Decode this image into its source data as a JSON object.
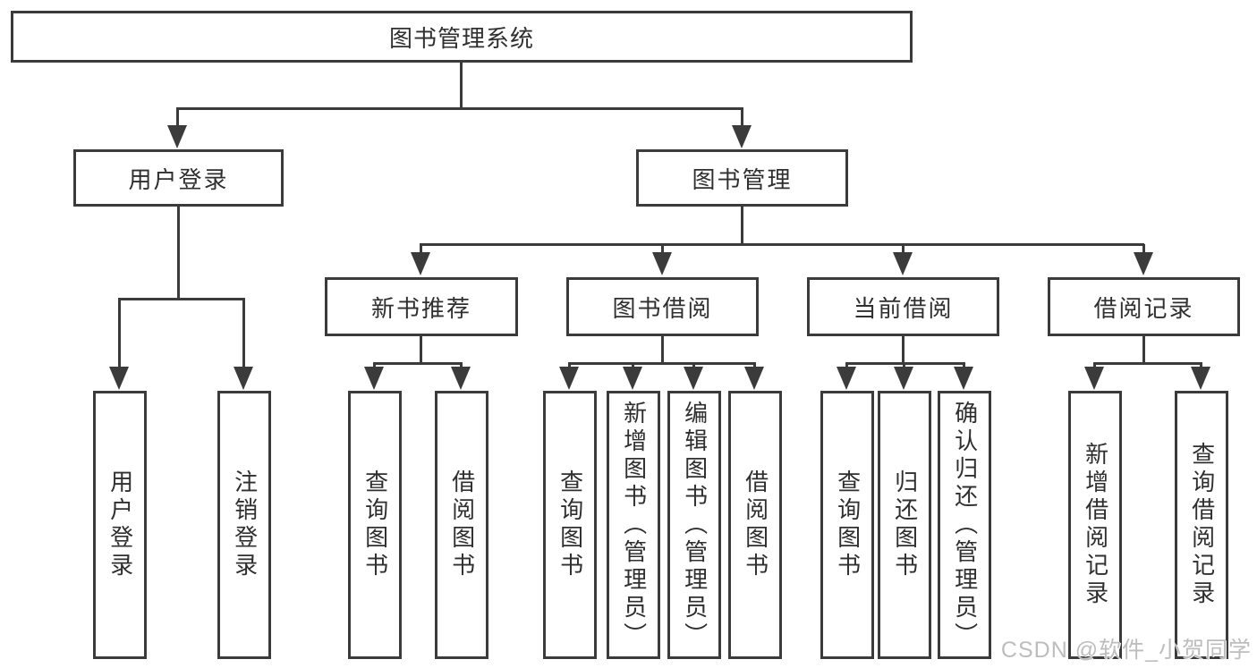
{
  "tree": {
    "label": "图书管理系统",
    "children": [
      {
        "label": "用户登录",
        "children": [
          {
            "label": "用户登录"
          },
          {
            "label": "注销登录"
          }
        ]
      },
      {
        "label": "图书管理",
        "children": [
          {
            "label": "新书推荐",
            "children": [
              {
                "label": "查询图书"
              },
              {
                "label": "借阅图书"
              }
            ]
          },
          {
            "label": "图书借阅",
            "children": [
              {
                "label": "查询图书"
              },
              {
                "label": "新增图书（管理员）"
              },
              {
                "label": "编辑图书（管理员）"
              },
              {
                "label": "借阅图书"
              }
            ]
          },
          {
            "label": "当前借阅",
            "children": [
              {
                "label": "查询图书"
              },
              {
                "label": "归还图书"
              },
              {
                "label": "确认归还（管理员）"
              }
            ]
          },
          {
            "label": "借阅记录",
            "children": [
              {
                "label": "新增借阅记录"
              },
              {
                "label": "查询借阅记录"
              }
            ]
          }
        ]
      }
    ]
  },
  "watermark": {
    "text": "CSDN @软件_小贺同学"
  },
  "colors": {
    "line": "#3b3b3b",
    "box_border": "#3b3b3b",
    "text": "#2f2f2f",
    "background": "#ffffff",
    "watermark": "#bdbdbd"
  }
}
